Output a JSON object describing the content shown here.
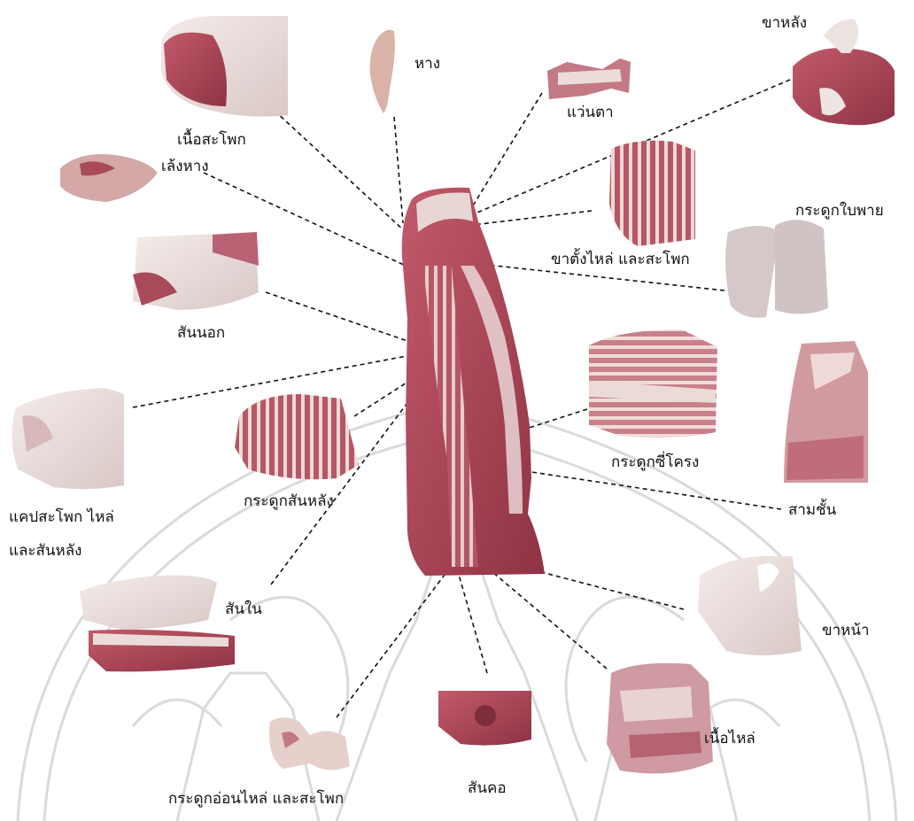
{
  "labels": {
    "hang": "หาง",
    "waenta": "แว่นตา",
    "khalang": "ขาหลัง",
    "nuea_saphok": "เนื้อสะโพก",
    "leng_hang": "เล้งหาง",
    "khatang": "ขาตั้งไหล่ และสะโพก",
    "kraduk_baiphai": "กระดูกใบพาย",
    "san_nok": "สันนอก",
    "kraduk_si_khrong": "กระดูกซี่โครง",
    "kaep_line1": "แคปสะโพก ไหล่",
    "kaep_line2": "และสันหลัง",
    "kraduk_san_lang": "กระดูกสันหลัง",
    "sam_chan": "สามชั้น",
    "san_nai": "สันใน",
    "kha_na": "ขาหน้า",
    "nuea_lai": "เนื้อไหล่",
    "san_kho": "สันคอ",
    "kraduk_on": "กระดูกอ่อนไหล่ และสะโพก"
  },
  "colors": {
    "meat_red": "#b5485a",
    "fat_white": "#efe4e2",
    "dark_red": "#7e2d3c",
    "watermark": "#d8d8d8",
    "leader": "#111111"
  }
}
